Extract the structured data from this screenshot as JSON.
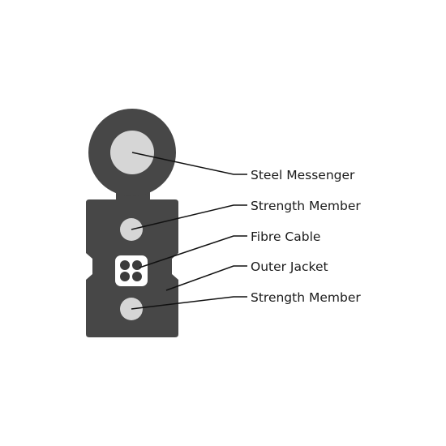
{
  "diagram": {
    "colors": {
      "jacket": "#474747",
      "messenger": "#d6d6d6",
      "strength_member": "#d6d6d6",
      "fibre_window": "#ffffff",
      "fibre_core": "#3c3c3c",
      "leader_line": "#111111",
      "label_text": "#1a1a1a",
      "background": "#ffffff"
    },
    "labels": [
      {
        "id": "steel-messenger",
        "text": "Steel Messenger"
      },
      {
        "id": "strength-member-top",
        "text": "Strength Member"
      },
      {
        "id": "fibre-cable",
        "text": "Fibre Cable"
      },
      {
        "id": "outer-jacket",
        "text": "Outer Jacket"
      },
      {
        "id": "strength-member-bottom",
        "text": "Strength Member"
      }
    ]
  }
}
